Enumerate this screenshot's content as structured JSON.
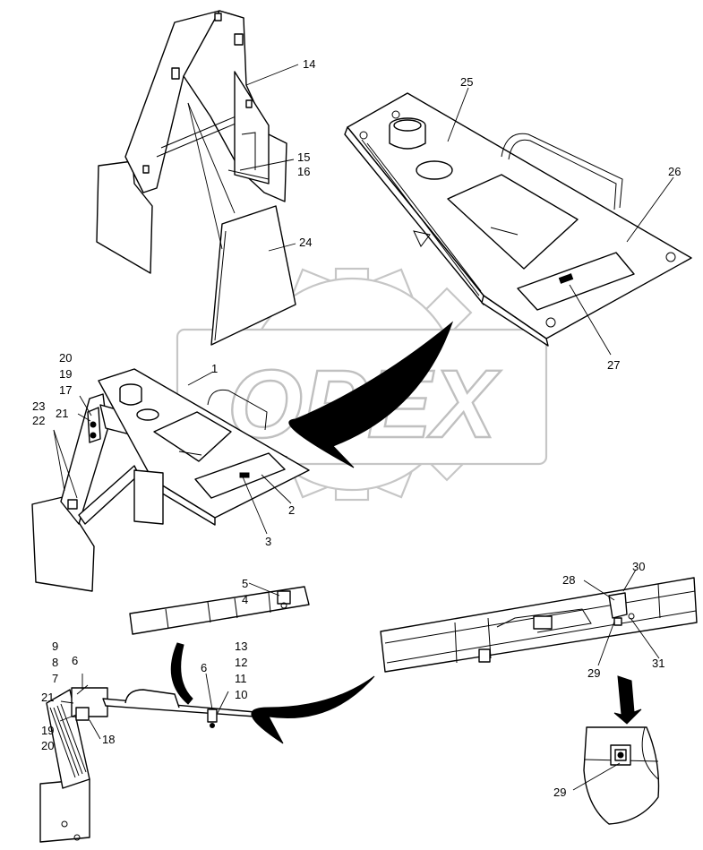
{
  "watermark": {
    "text": "OPEX",
    "color": "#c0c0c0"
  },
  "callouts": {
    "c1": "1",
    "c2": "2",
    "c3": "3",
    "c4": "4",
    "c5": "5",
    "c6a": "6",
    "c6b": "6",
    "c7": "7",
    "c8": "8",
    "c9": "9",
    "c10": "10",
    "c11": "11",
    "c12": "12",
    "c13": "13",
    "c14": "14",
    "c15": "15",
    "c16": "16",
    "c17": "17",
    "c18": "18",
    "c19a": "19",
    "c19b": "19",
    "c20a": "20",
    "c20b": "20",
    "c21a": "21",
    "c21b": "21",
    "c22": "22",
    "c23": "23",
    "c24": "24",
    "c25": "25",
    "c26": "26",
    "c27": "27",
    "c28": "28",
    "c29a": "29",
    "c29b": "29",
    "c30": "30",
    "c31": "31"
  }
}
